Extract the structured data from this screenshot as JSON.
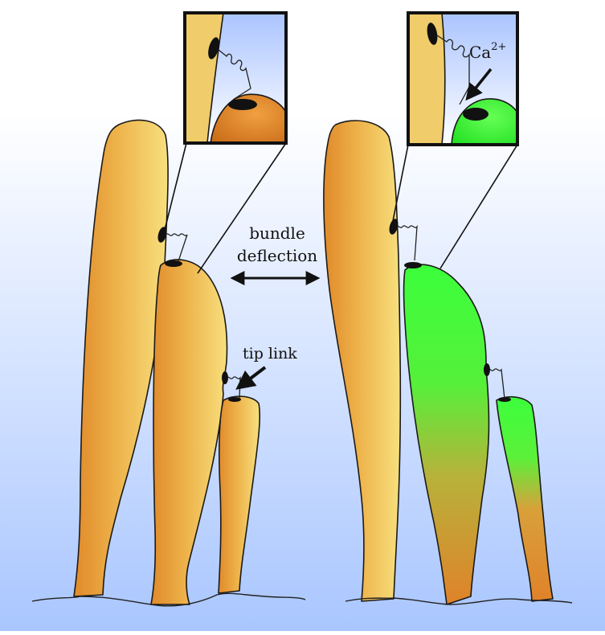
{
  "labels": {
    "bundle": "bundle",
    "deflection": "deflection",
    "tip_link": "tip link",
    "ion": "Ca",
    "ion_charge": "2+"
  },
  "colors": {
    "background_top": "#ffffff",
    "background_bottom": "#a9c6ff",
    "stereocilia_light": "#f3d576",
    "stereocilia_dark": "#d9741a",
    "calcium_green": "#33ff33",
    "inset_background": "#d8e6ff",
    "outline": "#1a1a1a"
  },
  "icons": {
    "deflection_arrow": "double-headed-arrow",
    "tip_link_arrow": "arrow",
    "calcium_arrow": "arrow"
  }
}
